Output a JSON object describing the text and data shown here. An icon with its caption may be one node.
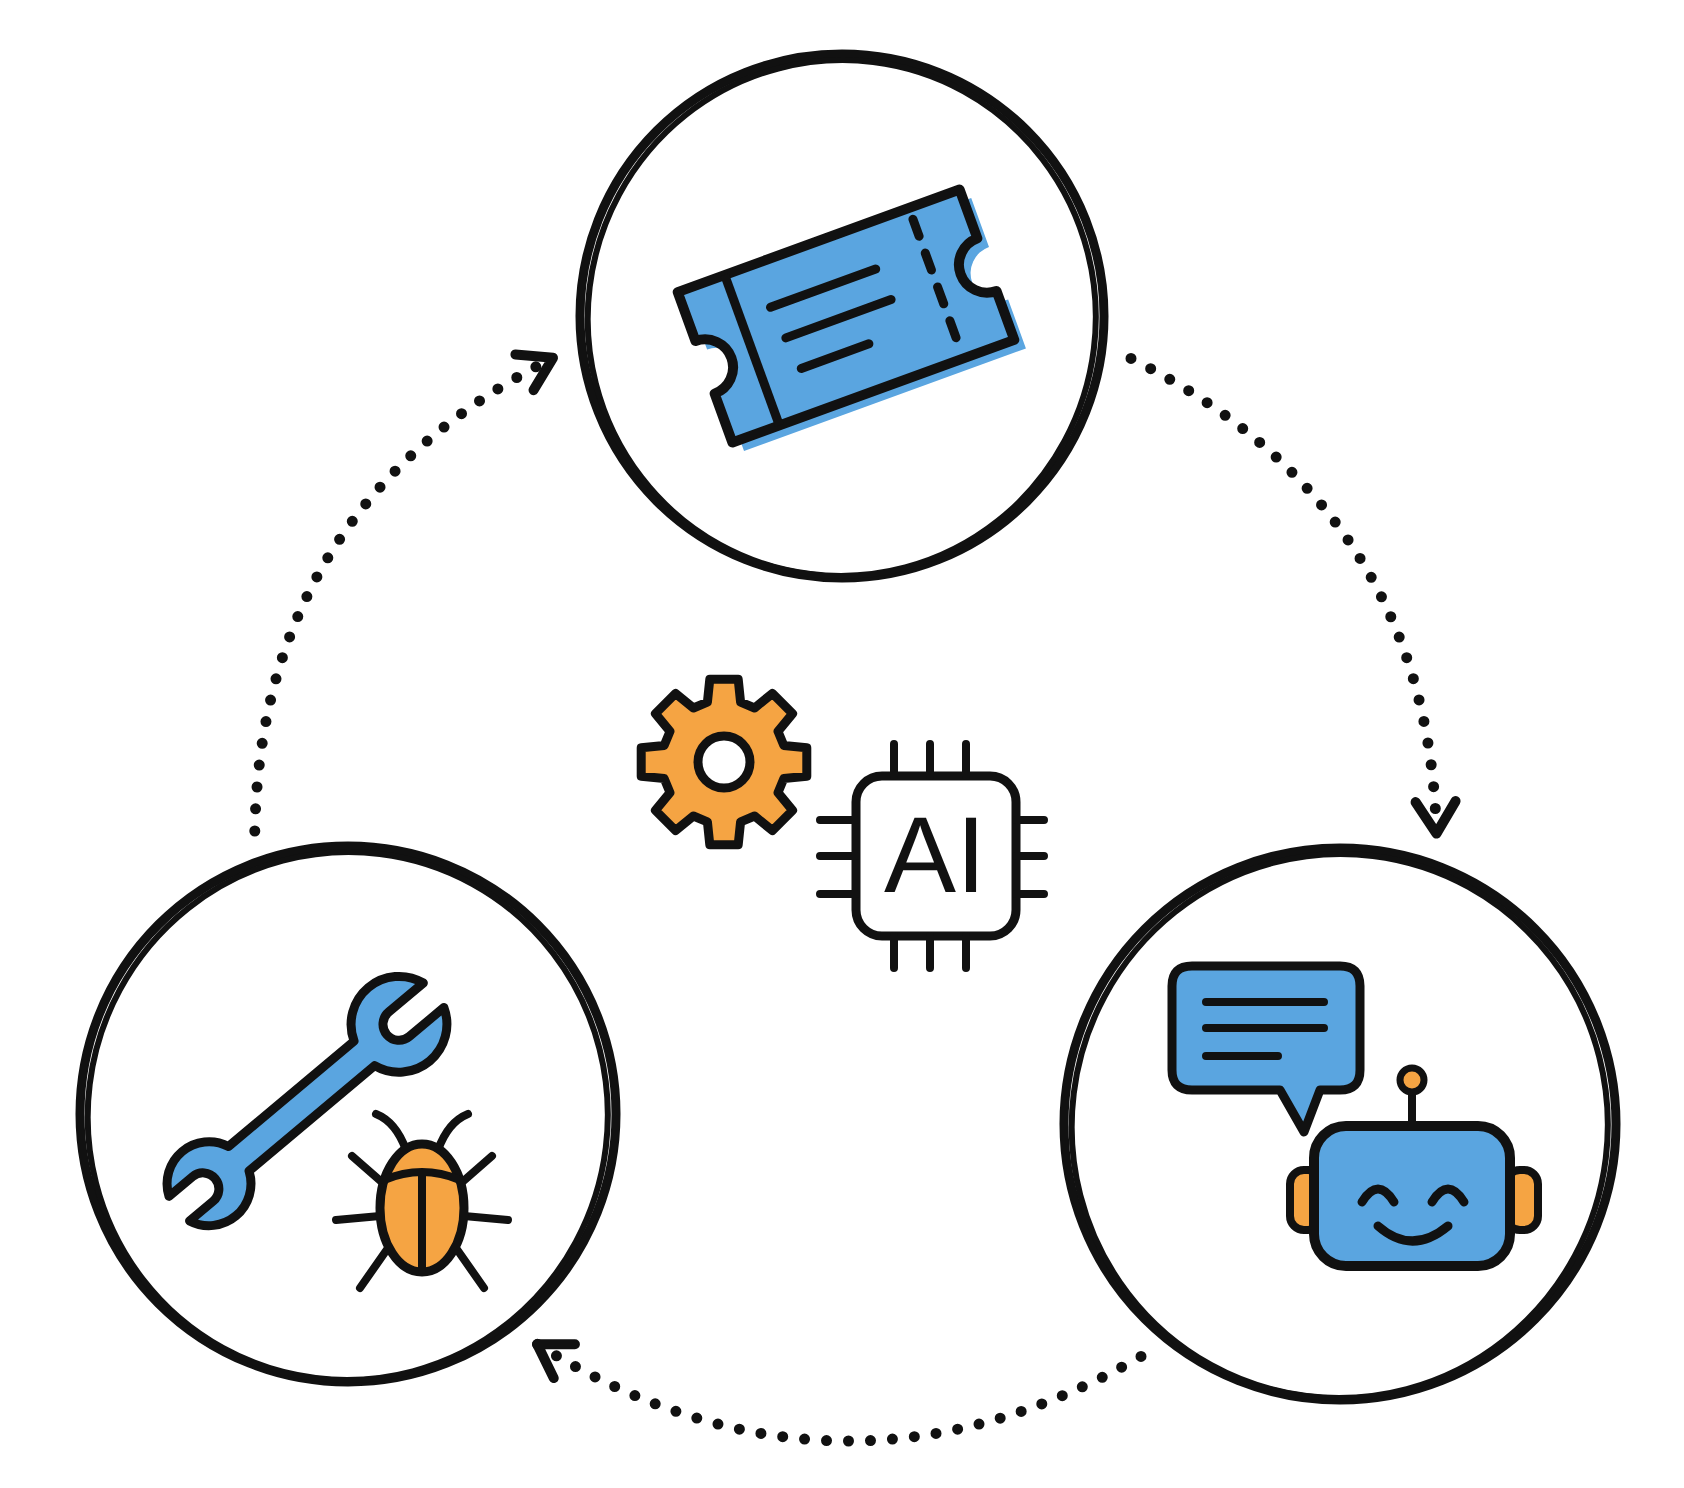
{
  "diagram": {
    "nodes": [
      {
        "text": [],
        "shape": "circle"
      },
      {
        "text": [
          "AI"
        ]
      },
      {
        "text": [],
        "shape": "circle"
      },
      {
        "text": [],
        "shape": "circle"
      }
    ],
    "edges": [
      {
        "from": 0,
        "to": 3,
        "arrow": "to",
        "style": "dashed"
      },
      {
        "from": 3,
        "to": 2,
        "arrow": "to",
        "style": "dashed"
      },
      {
        "from": 2,
        "to": 0,
        "arrow": "to",
        "style": "dashed"
      }
    ]
  }
}
